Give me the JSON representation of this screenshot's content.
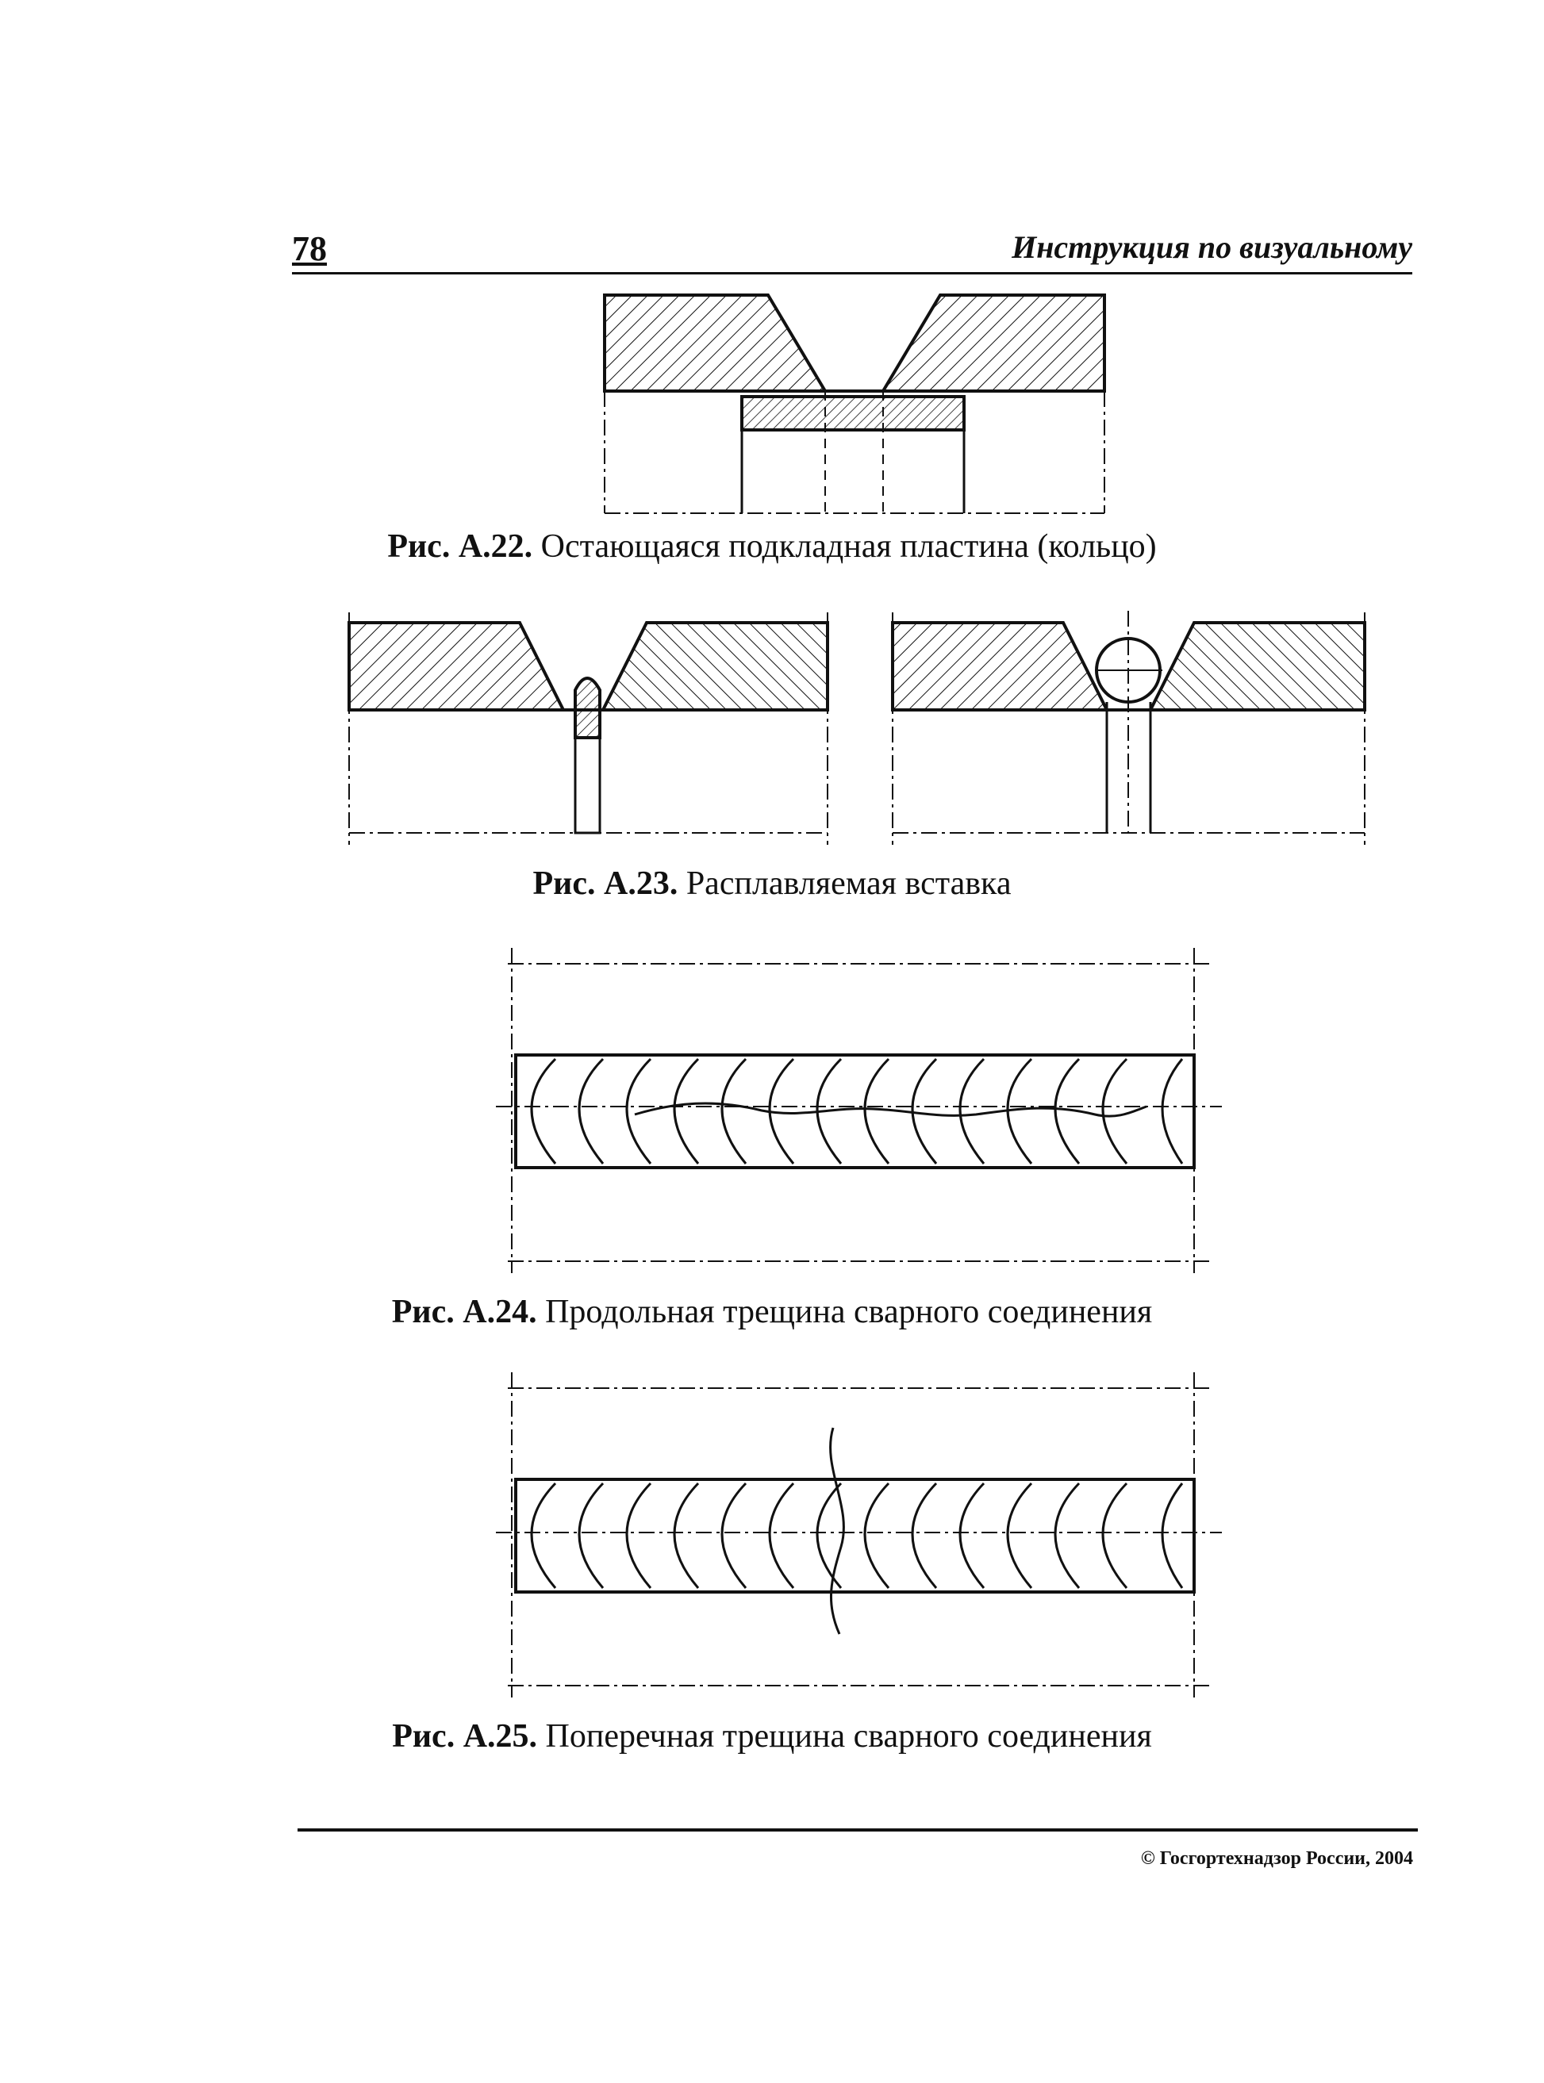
{
  "header": {
    "page_number": "78",
    "running_title": "Инструкция по визуальному"
  },
  "figures": [
    {
      "id": "A.22",
      "label": "Рис. А.22.",
      "caption": "Остающаяся подкладная пластина (кольцо)"
    },
    {
      "id": "A.23",
      "label": "Рис. А.23.",
      "caption": "Расплавляемая вставка"
    },
    {
      "id": "A.24",
      "label": "Рис. А.24.",
      "caption": "Продольная трещина сварного соединения"
    },
    {
      "id": "A.25",
      "label": "Рис. А.25.",
      "caption": "Поперечная трещина сварного соединения"
    }
  ],
  "footer": {
    "copyright": "© Госгортехнадзор России, 2004"
  }
}
